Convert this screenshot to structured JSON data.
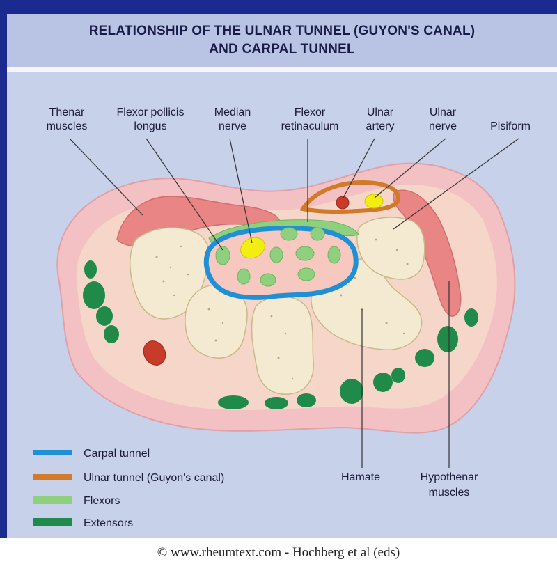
{
  "title": {
    "line1": "RELATIONSHIP OF THE ULNAR TUNNEL (GUYON'S CANAL)",
    "line2": "AND CARPAL TUNNEL"
  },
  "labels": {
    "thenar_1": "Thenar",
    "thenar_2": "muscles",
    "fpl_1": "Flexor pollicis",
    "fpl_2": "longus",
    "median_1": "Median",
    "median_2": "nerve",
    "retinaculum_1": "Flexor",
    "retinaculum_2": "retinaculum",
    "artery_1": "Ulnar",
    "artery_2": "artery",
    "unerve_1": "Ulnar",
    "unerve_2": "nerve",
    "pisiform": "Pisiform",
    "hamate": "Hamate",
    "hypothenar_1": "Hypothenar",
    "hypothenar_2": "muscles"
  },
  "legend": [
    {
      "label": "Carpal tunnel",
      "color": "#1f8fd6"
    },
    {
      "label": "Ulnar tunnel (Guyon's canal)",
      "color": "#d07a2a"
    },
    {
      "label": "Flexors",
      "color": "#8fd07e"
    },
    {
      "label": "Extensors",
      "color": "#1f8a4a"
    }
  ],
  "colors": {
    "outer_skin": "#f3c1c3",
    "inner_tissue": "#f6d6c8",
    "bone": "#f4ead2",
    "muscle": "#e98585",
    "median_nerve": "#f3ee12",
    "artery": "#c83a2a"
  },
  "footer": "© www.rheumtext.com - Hochberg et al (eds)"
}
